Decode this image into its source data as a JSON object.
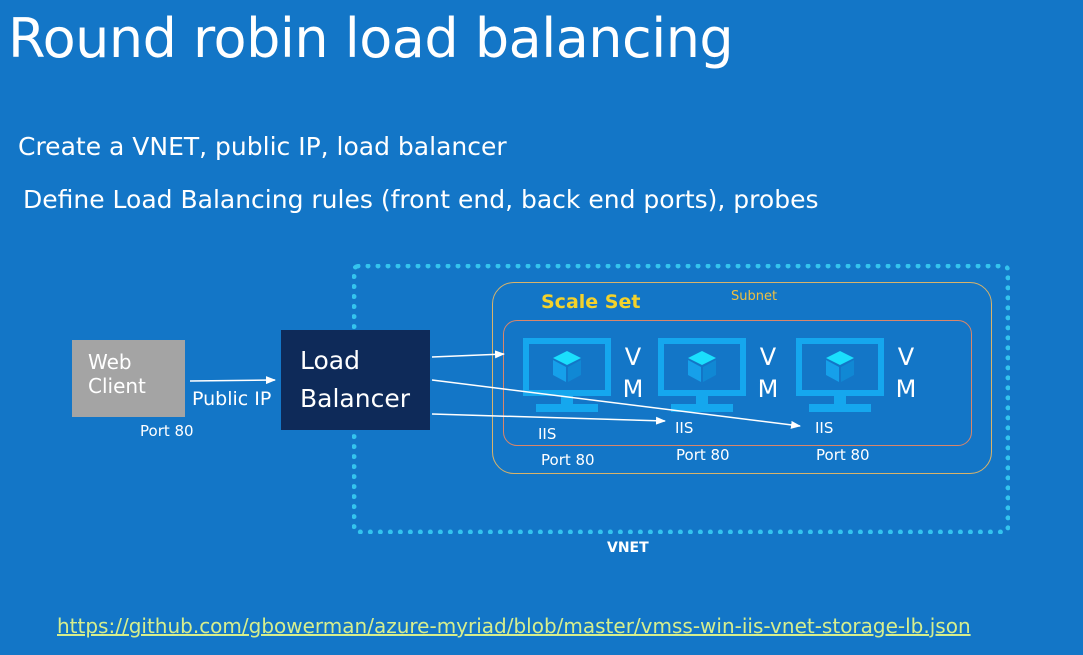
{
  "title": "Round robin load balancing",
  "bullets": [
    "Create a VNET, public IP, load balancer",
    "Define Load Balancing rules (front end, back end ports), probes"
  ],
  "diagram": {
    "web_client": {
      "line1": "Web",
      "line2": "Client"
    },
    "load_balancer": {
      "line1": "Load",
      "line2": "Balancer"
    },
    "public_ip_label": "Public IP",
    "client_port": "Port 80",
    "scale_set_label": "Scale Set",
    "subnet_label": "Subnet",
    "vnet_label": "VNET",
    "vms": [
      {
        "letters": [
          "V",
          "M"
        ],
        "service": "IIS",
        "port": "Port 80"
      },
      {
        "letters": [
          "V",
          "M"
        ],
        "service": "IIS",
        "port": "Port 80"
      },
      {
        "letters": [
          "V",
          "M"
        ],
        "service": "IIS",
        "port": "Port 80"
      }
    ],
    "colors": {
      "background": "#1376c7",
      "load_balancer": "#0e2a59",
      "web_client": "#a4a4a4",
      "vnet_border": "#34c4ee",
      "subnet_border": "#d8b36a",
      "scale_set_border": "#d9866a",
      "scale_set_label": "#f3d22b",
      "vm_icon": "#15a7ee"
    },
    "icons": [
      "monitor-icon",
      "cube-icon"
    ]
  },
  "link": "https://github.com/gbowerman/azure-myriad/blob/master/vmss-win-iis-vnet-storage-lb.json"
}
